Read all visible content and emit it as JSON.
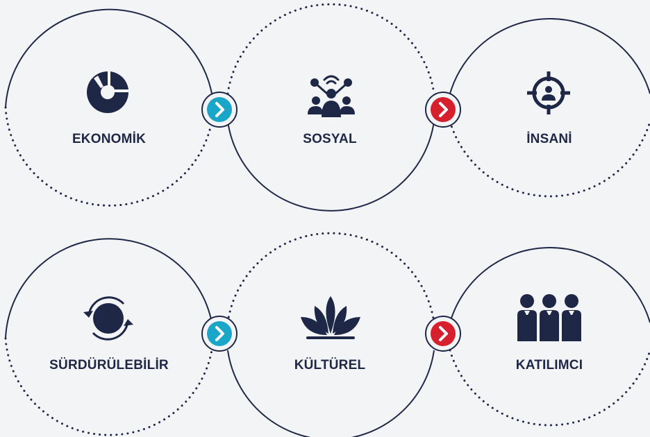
{
  "colors": {
    "background": "#f3f4f6",
    "ink": "#1f2747",
    "arrow_blue": "#1aa6c9",
    "arrow_red": "#d6202e"
  },
  "rows": [
    {
      "items": [
        {
          "label": "EKONOMİK",
          "icon": "donut-chart-icon",
          "border": "dotted"
        },
        {
          "label": "SOSYAL",
          "icon": "network-people-icon",
          "border": "solid"
        },
        {
          "label": "İNSANİ",
          "icon": "target-person-icon",
          "border": "dotted"
        }
      ],
      "arrows": [
        {
          "color": "blue",
          "icon": "chevron-right-icon"
        },
        {
          "color": "red",
          "icon": "chevron-right-icon"
        }
      ]
    },
    {
      "items": [
        {
          "label": "SÜRDÜRÜLEBİLİR",
          "icon": "cycle-icon",
          "border": "dotted"
        },
        {
          "label": "KÜLTÜREL",
          "icon": "lotus-icon",
          "border": "solid"
        },
        {
          "label": "KATILIMCI",
          "icon": "team-people-icon",
          "border": "dotted"
        }
      ],
      "arrows": [
        {
          "color": "blue",
          "icon": "chevron-right-icon"
        },
        {
          "color": "red",
          "icon": "chevron-right-icon"
        }
      ]
    }
  ]
}
